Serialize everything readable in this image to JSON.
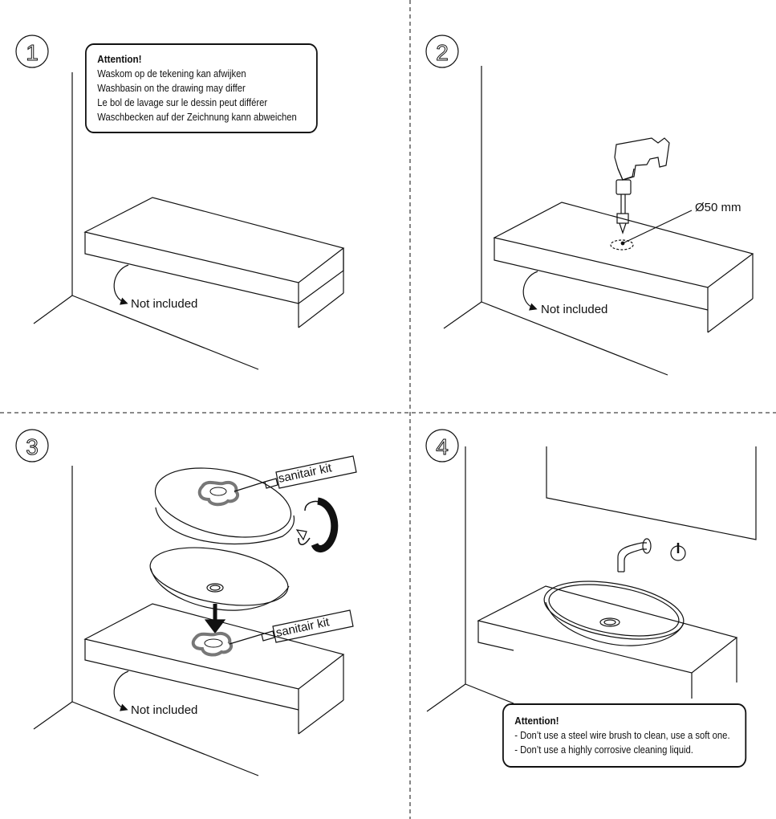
{
  "steps": [
    "1",
    "2",
    "3",
    "4"
  ],
  "attention_top": {
    "title": "Attention!",
    "lines": [
      "Waskom op de tekening kan afwijken",
      "Washbasin on the drawing may differ",
      "Le bol de lavage sur le dessin peut différer",
      "Waschbecken auf der Zeichnung kann abweichen"
    ]
  },
  "attention_bottom": {
    "title": "Attention!",
    "lines": [
      "- Don’t use a steel wire brush to clean, use a soft one.",
      "- Don’t use a highly corrosive cleaning liquid."
    ]
  },
  "labels": {
    "not_included": "Not included",
    "hole_size": "Ø50 mm",
    "sealant": "sanitair kit"
  }
}
